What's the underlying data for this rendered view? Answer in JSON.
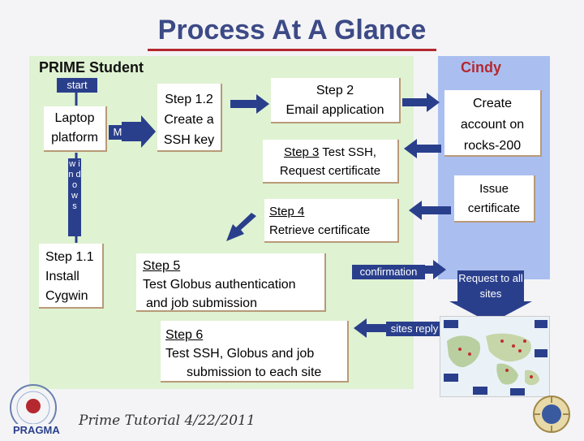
{
  "title": "Process At A Glance",
  "panels": {
    "student": "PRIME Student",
    "admin": "Cindy"
  },
  "nodes": {
    "start": "start",
    "laptop": [
      "Laptop",
      "platform"
    ],
    "mac": "MAC",
    "windows": [
      "w",
      "i",
      "n",
      "d",
      "o",
      "w",
      "s"
    ],
    "step_1_1": [
      "Step 1.1",
      "Install",
      "Cygwin"
    ],
    "step_1_2": [
      "Step 1.2",
      "Create a",
      "SSH key"
    ],
    "step_2": [
      "Step 2",
      "Email application"
    ],
    "step_3_label": "Step 3",
    "step_3_rest": " Test SSH,",
    "step_3_line2": "Request certificate",
    "step_4": [
      "Step 4",
      "Retrieve certificate"
    ],
    "step_5": [
      "Step 5",
      "Test Globus authentication",
      "and job submission"
    ],
    "step_6": [
      "Step 6",
      "Test SSH, Globus and job",
      "submission to each site"
    ],
    "create_account": [
      "Create",
      "account on",
      "rocks-200"
    ],
    "issue_cert": [
      "Issue",
      "certificate"
    ],
    "confirmation": "confirmation",
    "request_all": [
      "Request",
      "to all sites"
    ],
    "sites_reply": "sites reply"
  },
  "footer": {
    "left_logo": "PRAGMA",
    "tutorial": "Prime Tutorial 4/22/2011"
  },
  "colors": {
    "title": "#3c4a86",
    "student_panel": "#dff2d2",
    "admin_panel": "#aabff0",
    "admin_label": "#b5282f",
    "arrow": "#2a3f8c",
    "tag": "#2a3f8c"
  }
}
